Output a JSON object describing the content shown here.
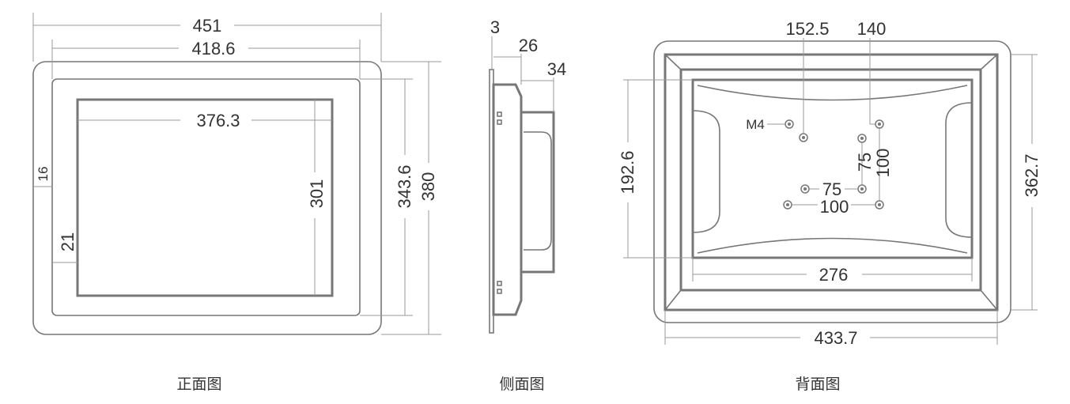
{
  "views": {
    "front": {
      "caption": "正面图",
      "dims": {
        "overall_width": "451",
        "bezel_width": "418.6",
        "screen_width": "376.3",
        "screen_height": "301",
        "bezel_height": "343.6",
        "overall_height": "380",
        "side_margin": "16",
        "bottom_margin": "21"
      }
    },
    "side": {
      "caption": "侧面图",
      "dims": {
        "bezel_thickness": "3",
        "body_depth": "26",
        "total_depth": "34"
      }
    },
    "back": {
      "caption": "背面图",
      "dims": {
        "x_152": "152.5",
        "x_140": "140",
        "screw": "M4",
        "vesa75_h": "75",
        "vesa75_v": "75",
        "vesa100_h": "100",
        "vesa100_v": "100",
        "cutout_height": "192.6",
        "cutout_width": "276",
        "overall_height": "362.7",
        "overall_width": "433.7"
      }
    }
  }
}
